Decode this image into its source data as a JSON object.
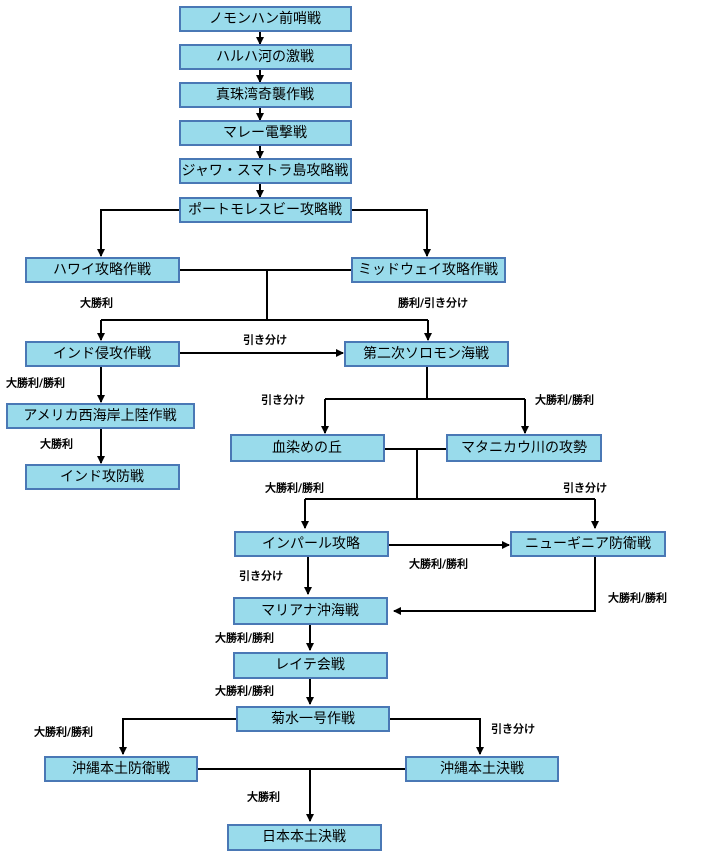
{
  "nodes": {
    "nomonhan": "ノモンハン前哨戦",
    "halha": "ハルハ河の激戦",
    "pearl_harbor": "真珠湾奇襲作戦",
    "malay": "マレー電撃戦",
    "java_sumatra": "ジャワ・スマトラ島攻略戦",
    "port_moresby": "ポートモレスビー攻略戦",
    "hawaii": "ハワイ攻略作戦",
    "midway": "ミッドウェイ攻略作戦",
    "india_invasion": "インド侵攻作戦",
    "solomon": "第二次ソロモン海戦",
    "america_landing": "アメリカ西海岸上陸作戦",
    "india_defense": "インド攻防戦",
    "bloody_hill": "血染めの丘",
    "matanikau": "マタニカウ川の攻勢",
    "imphal": "インパール攻略",
    "new_guinea": "ニューギニア防衛戦",
    "marianas": "マリアナ沖海戦",
    "leyte": "レイテ会戦",
    "kikusui": "菊水一号作戦",
    "okinawa_defense": "沖縄本土防衛戦",
    "okinawa_decisive": "沖縄本土決戦",
    "japan_decisive": "日本本土決戦"
  },
  "edge_labels": {
    "hawaii_to_india": "大勝利",
    "midway_to_solomon": "勝利/引き分け",
    "india_to_solomon": "引き分け",
    "india_to_america": "大勝利/勝利",
    "america_to_india_defense": "大勝利",
    "solomon_to_bloody_hill": "引き分け",
    "solomon_to_matanikau": "大勝利/勝利",
    "matanikau_to_imphal": "大勝利/勝利",
    "matanikau_to_new_guinea": "引き分け",
    "imphal_to_new_guinea": "大勝利/勝利",
    "imphal_to_marianas": "引き分け",
    "new_guinea_to_marianas": "大勝利/勝利",
    "marianas_to_leyte": "大勝利/勝利",
    "leyte_to_kikusui": "大勝利/勝利",
    "kikusui_to_okinawa_defense": "大勝利/勝利",
    "kikusui_to_okinawa_decisive": "引き分け",
    "okinawa_to_japan": "大勝利"
  }
}
